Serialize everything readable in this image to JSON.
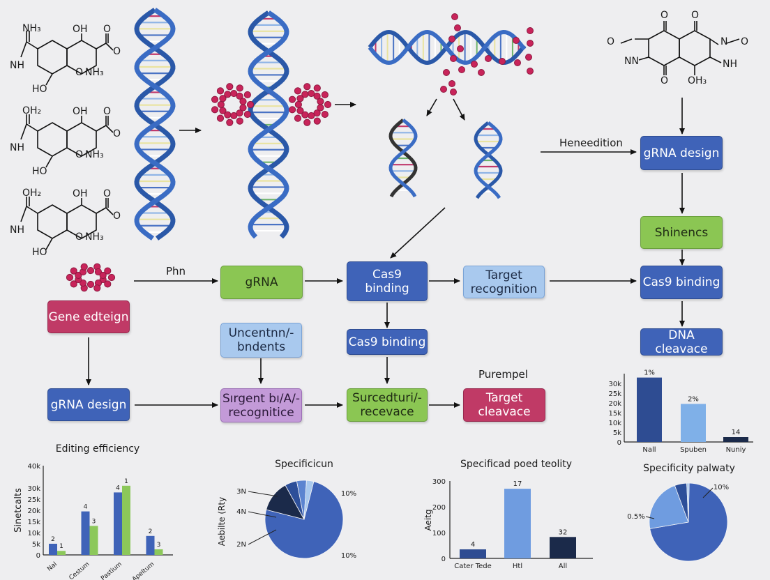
{
  "colors": {
    "green": "#8bc653",
    "blue": "#3f63b8",
    "light_blue": "#a9c9ee",
    "purple": "#c39ad8",
    "crimson": "#c03a66",
    "navy": "#1b2a4a",
    "bright_green": "#8cc85a"
  },
  "molecules": {
    "left_1": {
      "a": "NH₃",
      "b": "OH",
      "c": "O",
      "d": "NH",
      "e": "HO",
      "f": "O",
      "g": "NH₃"
    },
    "left_2": {
      "a": "OH₂",
      "b": "OH",
      "c": "O",
      "d": "NH",
      "e": "HO",
      "f": "O",
      "g": "NH₃"
    },
    "left_3": {
      "a": "OH₂",
      "b": "OH",
      "c": "O",
      "d": "NH",
      "e": "HO",
      "f": "O",
      "g": "NH₃"
    },
    "top_right": {
      "a": "O",
      "b": "O",
      "c": "O",
      "d": "N",
      "e": "NN",
      "f": "N",
      "g": "O",
      "h": "NH",
      "i": "OH₃"
    }
  },
  "labels": {
    "heneedition": "Heneedition",
    "phn": "Phn",
    "purempel": "Purempel"
  },
  "nodes": {
    "grna_mid": "gRNA",
    "cas9_binding_mid": "Cas9\nbinding",
    "target_recognition": "Target\nrecognition",
    "gene_editing": "Gene edteign",
    "uncentnn": "Uncentnn/-\nbndents",
    "cas9_binding_low": "Cas9 binding",
    "grna_design_low": "gRNA design",
    "sirgent": "Sırgent bı/A/-\nrecognitice",
    "surcedturi": "Surcedturi/-\nrecevace",
    "target_cleavace": "Target\ncleavace",
    "grna_design_right": "gRNA design",
    "shinencs": "Shinencs",
    "cas9_binding_right": "Cas9 binding",
    "dna_cleavace": "DNA cleavace"
  },
  "chart_data": [
    {
      "type": "bar",
      "title": "Editing efficiency",
      "ylabel": "Sinetcalts",
      "categories": [
        "Nal",
        "Cestum",
        "Pastium",
        "Apeltum"
      ],
      "ylim": [
        0,
        40000
      ],
      "y_ticks": [
        "0",
        "5k",
        "10k",
        "15k",
        "20k",
        "25k",
        "30k",
        "40k"
      ],
      "series": [
        {
          "color": "#3f63b8",
          "values": [
            5000,
            19500,
            28000,
            8500
          ],
          "labels": [
            "2",
            "4",
            "4",
            "2"
          ]
        },
        {
          "color": "#8cc85a",
          "values": [
            1800,
            13000,
            31000,
            2500
          ],
          "labels": [
            "1",
            "3",
            "1",
            "3"
          ]
        }
      ]
    },
    {
      "type": "pie",
      "title": "Specificicun",
      "ylabel": "Aebilte (Rty",
      "slice_labels": [
        "3N",
        "4N",
        "2N",
        "10%",
        "10%"
      ],
      "values": [
        75,
        13,
        5,
        4,
        3
      ],
      "colors": [
        "#3f63b8",
        "#1b2a4a",
        "#2d4f99",
        "#5b84d0",
        "#a9c9ee"
      ]
    },
    {
      "type": "bar",
      "title": "Specificad poed teolity",
      "ylabel": "Aeitg",
      "categories": [
        "Cater Tede",
        "Htl",
        "All"
      ],
      "ylim": [
        0,
        300
      ],
      "y_ticks": [
        "0",
        "100",
        "200",
        "300"
      ],
      "values": [
        35,
        270,
        83
      ],
      "labels": [
        "4",
        "17",
        "32"
      ],
      "colors": [
        "#2e4c92",
        "#6f9ce0",
        "#1b2a4a"
      ]
    },
    {
      "type": "bar",
      "categories": [
        "Nall",
        "Spuben",
        "Nuniy"
      ],
      "ylim": [
        0,
        35000
      ],
      "y_ticks": [
        "0",
        "5k",
        "10k",
        "15k",
        "20k",
        "25k",
        "30k"
      ],
      "values": [
        33000,
        19500,
        2500
      ],
      "labels": [
        "1%",
        "2%",
        "14"
      ],
      "colors": [
        "#2e4c92",
        "#7fb0e8",
        "#1b2a4a"
      ]
    },
    {
      "type": "pie",
      "title": "Specificity palwaty",
      "slice_labels": [
        "10%",
        "0.5%"
      ],
      "values": [
        72,
        22,
        5,
        1
      ],
      "colors": [
        "#3f63b8",
        "#6f9ce0",
        "#2d4f99",
        "#a9c9ee"
      ]
    }
  ]
}
